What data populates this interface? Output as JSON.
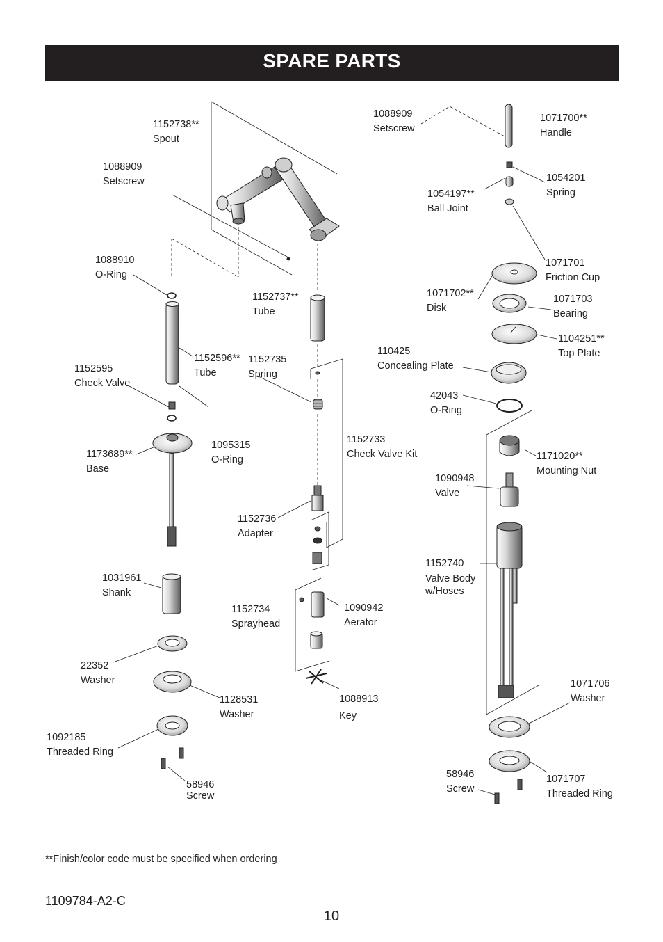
{
  "header": {
    "title": "SPARE PARTS"
  },
  "parts": [
    {
      "num": "1152738**",
      "name": "Spout"
    },
    {
      "num": "1088909",
      "name": "Setscrew"
    },
    {
      "num": "1088910",
      "name": "O-Ring"
    },
    {
      "num": "1152737**",
      "name": "Tube"
    },
    {
      "num": "1152595",
      "name": "Check Valve"
    },
    {
      "num": "1152596**",
      "name": "Tube"
    },
    {
      "num": "1152735",
      "name": "Spring"
    },
    {
      "num": "1173689**",
      "name": "Base"
    },
    {
      "num": "1095315",
      "name": "O-Ring"
    },
    {
      "num": "1152733",
      "name": "Check Valve Kit"
    },
    {
      "num": "1152736",
      "name": "Adapter"
    },
    {
      "num": "1031961",
      "name": "Shank"
    },
    {
      "num": "1152734",
      "name": "Sprayhead"
    },
    {
      "num": "1090942",
      "name": "Aerator"
    },
    {
      "num": "22352",
      "name": "Washer"
    },
    {
      "num": "1128531",
      "name": "Washer"
    },
    {
      "num": "1088913",
      "name": "Key"
    },
    {
      "num": "1092185",
      "name": "Threaded Ring"
    },
    {
      "num": "58946",
      "name": "Screw"
    },
    {
      "num": "1088909",
      "name": "Setscrew"
    },
    {
      "num": "1071700**",
      "name": "Handle"
    },
    {
      "num": "1054201",
      "name": "Spring"
    },
    {
      "num": "1054197**",
      "name": "Ball Joint"
    },
    {
      "num": "1071701",
      "name": "Friction Cup"
    },
    {
      "num": "1071702**",
      "name": "Disk"
    },
    {
      "num": "1071703",
      "name": "Bearing"
    },
    {
      "num": "1104251**",
      "name": "Top Plate"
    },
    {
      "num": "110425",
      "name": "Concealing Plate"
    },
    {
      "num": "42043",
      "name": "O-Ring"
    },
    {
      "num": "1171020**",
      "name": "Mounting Nut"
    },
    {
      "num": "1090948",
      "name": "Valve"
    },
    {
      "num": "1152740",
      "name": "Valve Body"
    },
    {
      "num": "1071706",
      "name": "Washer"
    },
    {
      "num": "58946",
      "name": "Screw"
    },
    {
      "num": "1071707",
      "name": "Threaded Ring"
    }
  ],
  "valve_body_line2": "w/Hoses",
  "footnote": "**Finish/color code must be specified when ordering",
  "doc_number": "1109784-A2-C",
  "page_number": "10"
}
